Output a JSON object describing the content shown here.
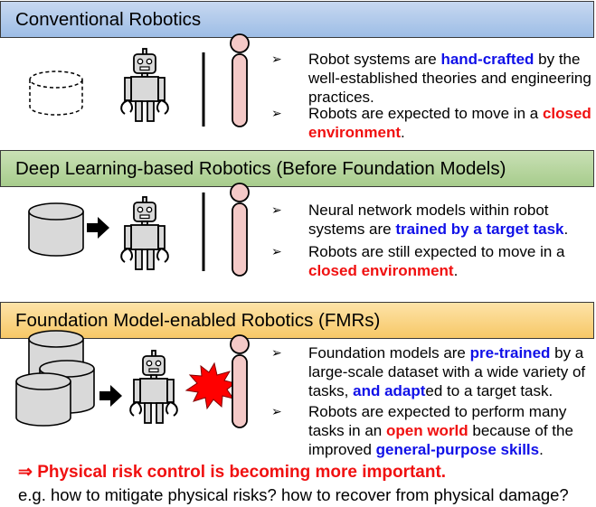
{
  "sections": [
    {
      "title": "Conventional Robotics",
      "bullets": [
        {
          "arrow": "➢",
          "parts": [
            {
              "text": "Robot systems are "
            },
            {
              "text": "hand-crafted",
              "style": "blue"
            },
            {
              "text": " by the well-established theories and engineering practices."
            }
          ]
        },
        {
          "arrow": "➢",
          "parts": [
            {
              "text": "Robots are expected to move in a "
            },
            {
              "text": "closed environment",
              "style": "red"
            },
            {
              "text": "."
            }
          ]
        }
      ]
    },
    {
      "title": "Deep Learning-based Robotics (Before Foundation Models)",
      "bullets": [
        {
          "arrow": "➢",
          "parts": [
            {
              "text": "Neural network models within robot systems are "
            },
            {
              "text": "trained by a target task",
              "style": "blue"
            },
            {
              "text": "."
            }
          ]
        },
        {
          "arrow": "➢",
          "parts": [
            {
              "text": "Robots are still expected to move in a "
            },
            {
              "text": "closed environment",
              "style": "red"
            },
            {
              "text": "."
            }
          ]
        }
      ]
    },
    {
      "title": "Foundation Model-enabled Robotics (FMRs)",
      "bullets": [
        {
          "arrow": "➢",
          "parts": [
            {
              "text": "Foundation models are "
            },
            {
              "text": "pre-trained",
              "style": "blue"
            },
            {
              "text": " by a large-scale dataset with a wide variety of tasks, "
            },
            {
              "text": "and adapt",
              "style": "blue"
            },
            {
              "text": "ed to a target task."
            }
          ]
        },
        {
          "arrow": "➢",
          "parts": [
            {
              "text": "Robots are expected to perform many tasks in an "
            },
            {
              "text": "open world",
              "style": "red"
            },
            {
              "text": " because of the improved "
            },
            {
              "text": "general-purpose skills",
              "style": "blue"
            },
            {
              "text": "."
            }
          ]
        }
      ]
    }
  ],
  "conclusion": "⇒ Physical risk control is becoming more important.",
  "example": "e.g. how to mitigate physical risks? how to recover from physical damage?",
  "colors": {
    "emphasis_blue": "#1010e8",
    "emphasis_red": "#f01010",
    "human_fill": "#f4c9c7",
    "robot_fill": "#d9d9d9",
    "database_fill": "#d9d9d9",
    "collision_fill": "#ff0000"
  }
}
